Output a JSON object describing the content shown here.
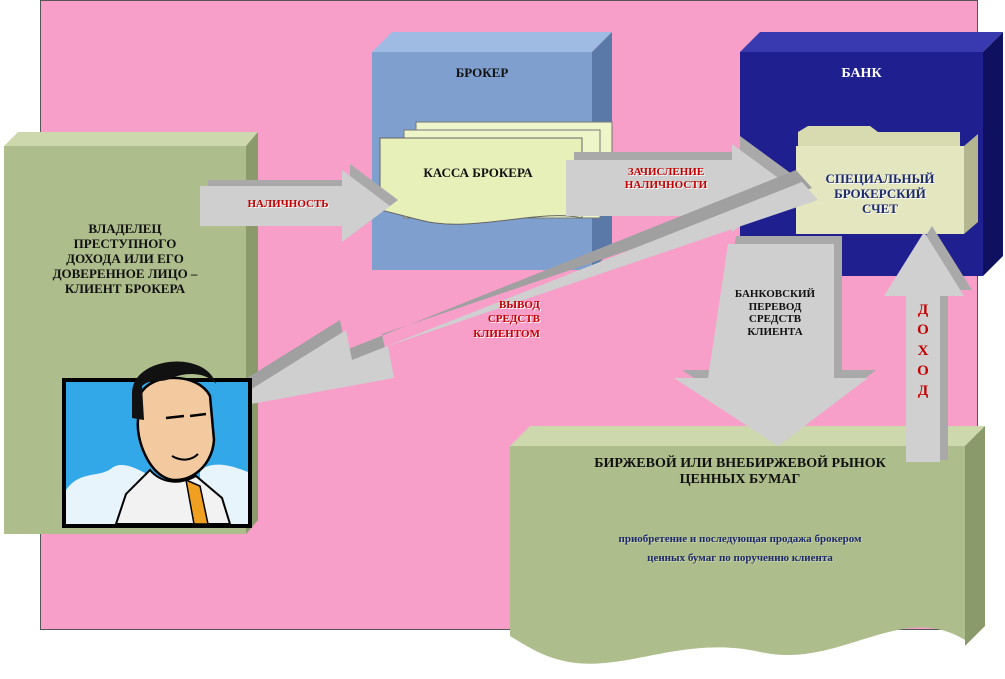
{
  "diagram": {
    "broker_title": "БРОКЕР",
    "bank_title": "БАНК",
    "broker_cash": "КАССА БРОКЕРА",
    "special_account": "СПЕЦИАЛЬНЫЙ\nБРОКЕРСКИЙ\nСЧЕТ",
    "owner": "ВЛАДЕЛЕЦ\nПРЕСТУПНОГО\nДОХОДА ИЛИ ЕГО\nДОВЕРЕННОЕ ЛИЦО –\nКЛИЕНТ БРОКЕРА",
    "arrow_cash": "НАЛИЧНОСТЬ",
    "arrow_credit": "ЗАЧИСЛЕНИЕ\nНАЛИЧНОСТИ",
    "arrow_withdraw": "ВЫВОД\nСРЕДСТВ\nКЛИЕНТОМ",
    "arrow_bank_transfer": "БАНКОВСКИЙ\nПЕРЕВОД\nСРЕДСТВ\nКЛИЕНТА",
    "arrow_income": "Д\nО\nХ\nО\nД",
    "market_title": "БИРЖЕВОЙ ИЛИ ВНЕБИРЖЕВОЙ РЫНОК\nЦЕННЫХ БУМАГ",
    "market_desc": "приобретение и последующая продажа брокером\nценных бумаг по поручению клиента"
  },
  "colors": {
    "background": "#f79ec9",
    "broker": "#7f9fcf",
    "bank": "#1f1f8f",
    "green_box": "#aebd8c",
    "arrow": "#c8c8c8",
    "label_red": "#c40000",
    "label_navy": "#1b2a6b"
  },
  "icons": {
    "client_picture": "man-portrait-clipart"
  }
}
